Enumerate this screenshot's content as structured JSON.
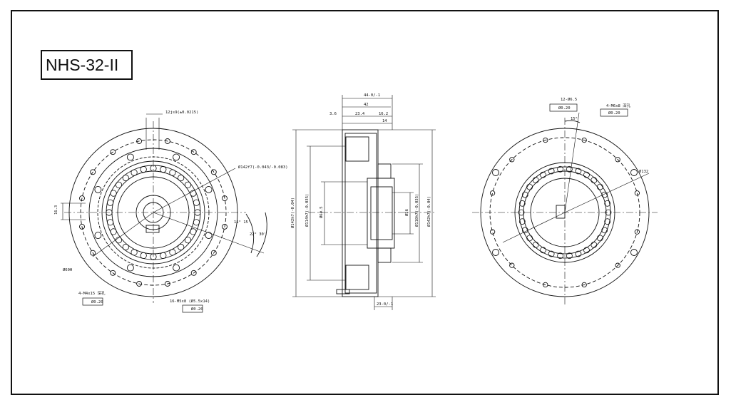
{
  "title": "NHS-32-II",
  "front_view": {
    "keyway_tol": "12js9(±0.0215)",
    "dia_142": "Ø142f7(-0.043/-0.083)",
    "dia_60": "Ø60H",
    "dim_16_3": "16.3",
    "angle_11": "11° 15'",
    "angle_22": "22° 30'",
    "hole_4_m4": "4-M4x15 深孔",
    "hole_4_m4_tol": "Ø0.20",
    "hole_16_m5": "16-M5x8 (Ø5.5x14)",
    "hole_16_m5_tol": "Ø0.20"
  },
  "side_view": {
    "total_44": "44-0/-1",
    "dim_42": "42",
    "dim_3_6": "3.6",
    "dim_23_4": "23.4",
    "dim_16_2": "16.2",
    "dim_14": "14",
    "dia_outer": "Ø142h7(-0.04)",
    "dia_114": "Ø114h7(-0.035)",
    "dia_60_5": "Ø60.5",
    "dia_56": "Ø56",
    "dia_110": "Ø110h7(-0.035)",
    "dia_142_right": "Ø142h7(-0.04)",
    "dim_23": "23-0/-1"
  },
  "rear_view": {
    "hole_12": "12-Ø6.5",
    "hole_12_tol": "Ø0.20",
    "hole_4_m6": "4-M6x8 深孔",
    "hole_4_m6_tol": "Ø0.20",
    "angle_15": "15°",
    "dia_132": "Ø132"
  }
}
